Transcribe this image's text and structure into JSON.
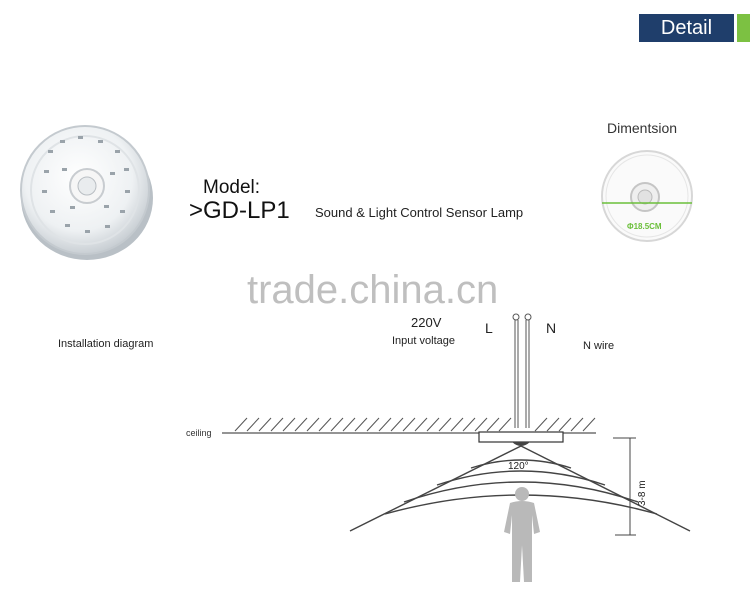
{
  "header": {
    "detail_tab": "Detail"
  },
  "product": {
    "model_label": "Model:",
    "model_code": ">GD-LP1",
    "name": "Sound & Light Control Sensor Lamp"
  },
  "dimension": {
    "title": "Dimentsion",
    "diameter": "Φ18.5CM"
  },
  "watermark": "trade.china.cn",
  "installation": {
    "title": "Installation diagram",
    "voltage": "220V",
    "voltage_label": "Input voltage",
    "live_label": "L",
    "neutral_label": "N",
    "neutral_wire_label": "N wire",
    "ceiling_label": "ceiling",
    "angle_label": "120°",
    "height_label": "3-8 m"
  },
  "colors": {
    "tab_blue": "#1f3e6b",
    "tab_green": "#7cc142",
    "dimension_line": "#6bbf3a",
    "watermark": "#bfbfbf"
  }
}
